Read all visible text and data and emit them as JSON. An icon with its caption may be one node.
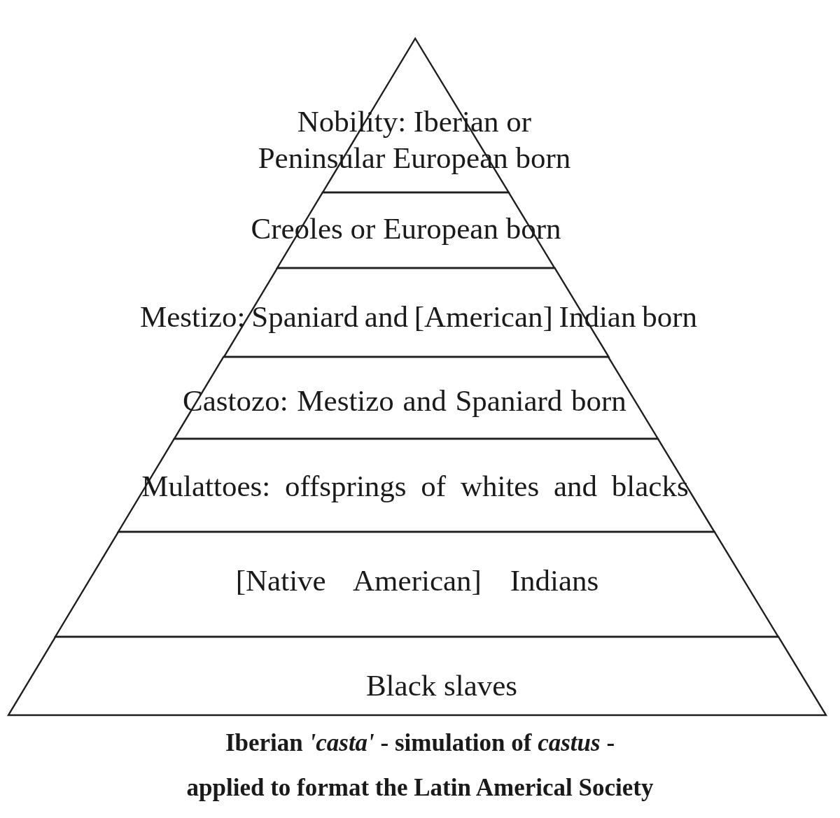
{
  "diagram": {
    "caption": "Iberian *'casta'* - simulation of *castus* - applied to format the Latin Americal Society",
    "nodes": [
      {
        "text": [
          "Nobility: Iberian or Peninsular European born"
        ]
      },
      {
        "text": [
          "Creoles or European born"
        ]
      },
      {
        "text": [
          "Mestizo: Spaniard and [American] Indian born"
        ]
      },
      {
        "text": [
          "Castozo: Mestizo and Spaniard born"
        ]
      },
      {
        "text": [
          "Mulattoes: offsprings of whites and blacks"
        ]
      },
      {
        "text": [
          "[Native American] Indians"
        ]
      },
      {
        "text": [
          "Black slaves"
        ]
      }
    ]
  }
}
